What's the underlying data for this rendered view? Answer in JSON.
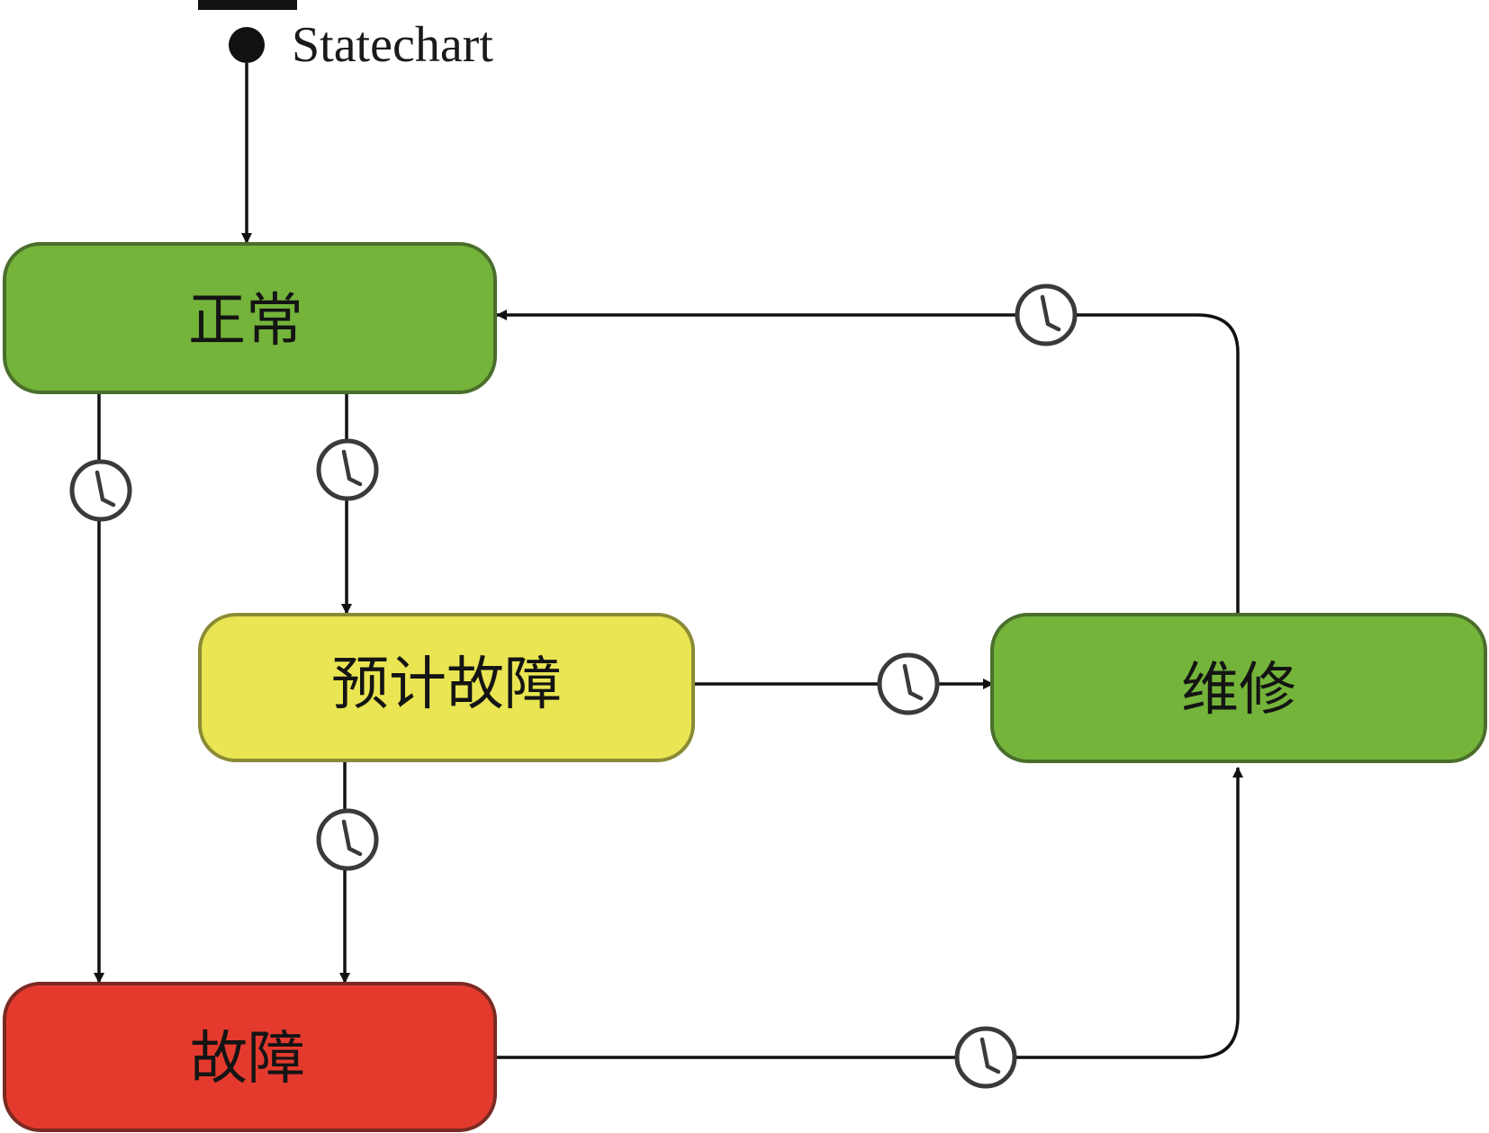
{
  "statechart": {
    "title": "Statechart"
  },
  "states": {
    "normal": {
      "label": "正常",
      "color": "#74b43a"
    },
    "predicted": {
      "label": "预计故障",
      "color": "#e9e553"
    },
    "repair": {
      "label": "维修",
      "color": "#74b43a"
    },
    "fault": {
      "label": "故障",
      "color": "#e43a2e"
    }
  },
  "transitions": [
    {
      "from": "正常",
      "to": "故障",
      "trigger": "timeout-clock-icon"
    },
    {
      "from": "正常",
      "to": "预计故障",
      "trigger": "timeout-clock-icon"
    },
    {
      "from": "预计故障",
      "to": "维修",
      "trigger": "timeout-clock-icon"
    },
    {
      "from": "预计故障",
      "to": "故障",
      "trigger": "timeout-clock-icon"
    },
    {
      "from": "故障",
      "to": "维修",
      "trigger": "timeout-clock-icon"
    },
    {
      "from": "维修",
      "to": "正常",
      "trigger": "timeout-clock-icon"
    }
  ]
}
